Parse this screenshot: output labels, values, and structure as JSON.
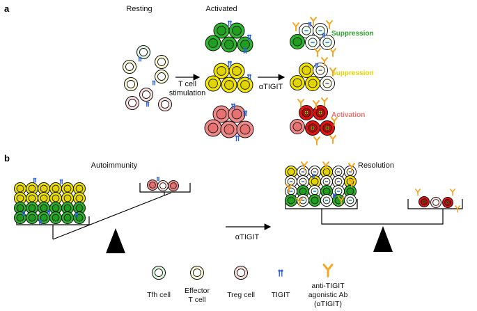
{
  "panel_a": {
    "label": "a",
    "resting": "Resting",
    "activated": "Activated",
    "stim_line1": "T cell",
    "stim_line2": "stimulation",
    "treatment": "αTIGIT",
    "status_green": "Suppression",
    "status_yellow": "Suppression",
    "status_red": "Activation"
  },
  "panel_b": {
    "label": "b",
    "left_title": "Autoimmunity",
    "right_title": "Resolution",
    "treatment": "αTIGIT"
  },
  "legend": {
    "tfh": "Tfh cell",
    "effector_line1": "Effector",
    "effector_line2": "T cell",
    "treg": "Treg cell",
    "tigit": "TIGIT",
    "ab_line1": "anti-TIGIT",
    "ab_line2": "agonistic Ab",
    "ab_line3": "(αTIGIT)"
  },
  "colors": {
    "tfh": "#2db52d",
    "effector": "#f2e600",
    "treg": "#f08a8a",
    "treg_activated": "#e01414",
    "tigit": "#2b5fd6",
    "antibody": "#f5a623",
    "suppression_green": "#2aa52a",
    "suppression_yellow": "#e6d300",
    "activation_red": "#f07070"
  }
}
